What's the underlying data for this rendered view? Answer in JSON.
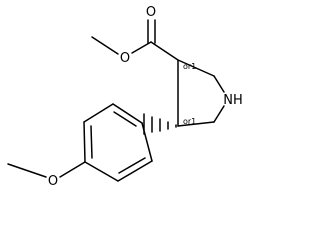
{
  "molecule": {
    "atoms": {
      "carbonyl_oxygen": "O",
      "ester_oxygen": "O",
      "amine": "NH",
      "methoxy_oxygen": "O"
    },
    "stereo_labels": {
      "c3": "or1",
      "c4": "or1"
    }
  }
}
